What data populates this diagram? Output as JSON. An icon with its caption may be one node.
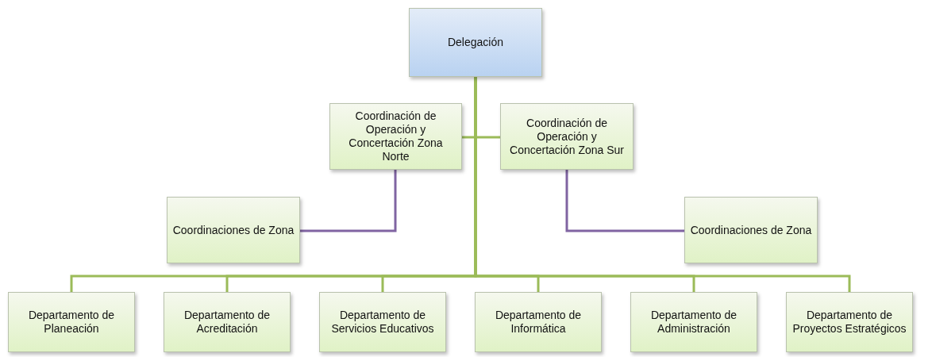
{
  "diagram": {
    "nodes": [
      {
        "text": [
          "Delegación"
        ]
      },
      {
        "text": [
          "Coordinación de Operación y Concertación Zona Norte"
        ]
      },
      {
        "text": [
          "Coordinación de Operación y Concertación Zona Sur"
        ]
      },
      {
        "text": [
          "Coordinaciones de Zona"
        ]
      },
      {
        "text": [
          "Coordinaciones de Zona"
        ]
      },
      {
        "text": [
          "Departamento de Planeación"
        ]
      },
      {
        "text": [
          "Departamento de Acreditación"
        ]
      },
      {
        "text": [
          "Departamento de Servicios Educativos"
        ]
      },
      {
        "text": [
          "Departamento de Informática"
        ]
      },
      {
        "text": [
          "Departamento de Administración"
        ]
      },
      {
        "text": [
          "Departamento de Proyectos Estratégicos"
        ]
      }
    ],
    "edges": [
      {
        "from": 0,
        "to": 1,
        "arrow": "none"
      },
      {
        "from": 0,
        "to": 2,
        "arrow": "none"
      },
      {
        "from": 1,
        "to": 3,
        "arrow": "none",
        "color": "#8064a2"
      },
      {
        "from": 2,
        "to": 4,
        "arrow": "none",
        "color": "#8064a2"
      },
      {
        "from": 0,
        "to": 5,
        "arrow": "none"
      },
      {
        "from": 0,
        "to": 6,
        "arrow": "none"
      },
      {
        "from": 0,
        "to": 7,
        "arrow": "none"
      },
      {
        "from": 0,
        "to": 8,
        "arrow": "none"
      },
      {
        "from": 0,
        "to": 9,
        "arrow": "none"
      },
      {
        "from": 0,
        "to": 10,
        "arrow": "none"
      }
    ]
  }
}
